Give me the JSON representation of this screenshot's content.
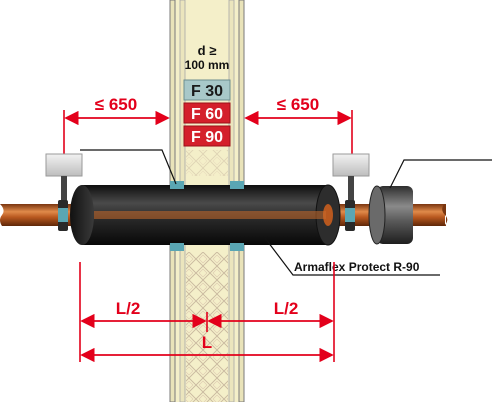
{
  "colors": {
    "dimension_red": "#e3001b",
    "pipe_copper": "#b8581f",
    "insulation_black": "#1b1b1b",
    "wall_cream": "#f4efc9",
    "wall_border": "#7a7a7a",
    "f30_fill": "#a8c8c9",
    "f60_fill": "#d4202b",
    "f90_fill": "#d4202b",
    "seal_teal": "#5aa6b3"
  },
  "icons": {
    "left_support": "pipe-hanger-icon",
    "right_support": "pipe-hanger-icon",
    "sleeve": "end-cap-sleeve-icon",
    "wall_mineral_wool": "mineral-wool-hatch-icon"
  },
  "wall": {
    "thickness_label_line1": "d ≥",
    "thickness_label_line2": "100 mm"
  },
  "fire_ratings": [
    "F 30",
    "F 60",
    "F 90"
  ],
  "dimensions": {
    "left_distance": "≤ 650",
    "right_distance": "≤ 650",
    "half_length_left": "L/2",
    "half_length_right": "L/2",
    "total_length": "L"
  },
  "callout": {
    "product_label": "Armaflex Protect R-90"
  }
}
